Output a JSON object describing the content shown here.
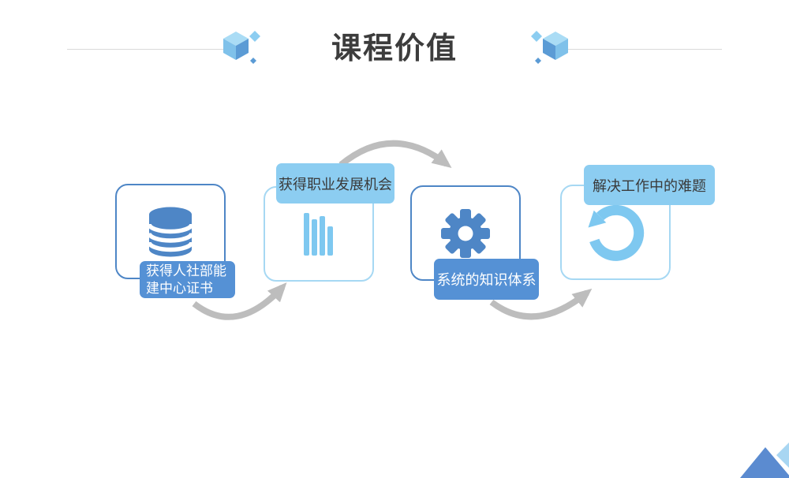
{
  "slide": {
    "title": "课程价值",
    "steps": [
      {
        "id": 1,
        "icon": "database",
        "label": "获得人社部能建中心证书",
        "lines": [
          "获得人社部能",
          "建中心证书"
        ],
        "theme": "dark"
      },
      {
        "id": 2,
        "icon": "bar-chart",
        "label": "获得职业发展机会",
        "theme": "light"
      },
      {
        "id": 3,
        "icon": "gear",
        "label": "系统的知识体系",
        "theme": "dark"
      },
      {
        "id": 4,
        "icon": "refresh",
        "label": "解决工作中的难题",
        "theme": "light"
      }
    ],
    "colors": {
      "primary_blue": "#4e86c6",
      "label_dark_blue": "#5591d5",
      "label_light_blue": "#8ccdf1",
      "light_border_blue": "#a6d8f3",
      "icon_light_blue": "#7ec8f0",
      "cube_light": "#aadcf5",
      "cube_mid": "#7fc1ea",
      "cube_dark": "#5b9bd5",
      "arrow_gray": "#bdbdbd",
      "divider_gray": "#d9d9d9",
      "title_color": "#3c3c3c",
      "corner_triangle": "#5b8bd0",
      "corner_diamond": "#a8d6f2"
    }
  }
}
